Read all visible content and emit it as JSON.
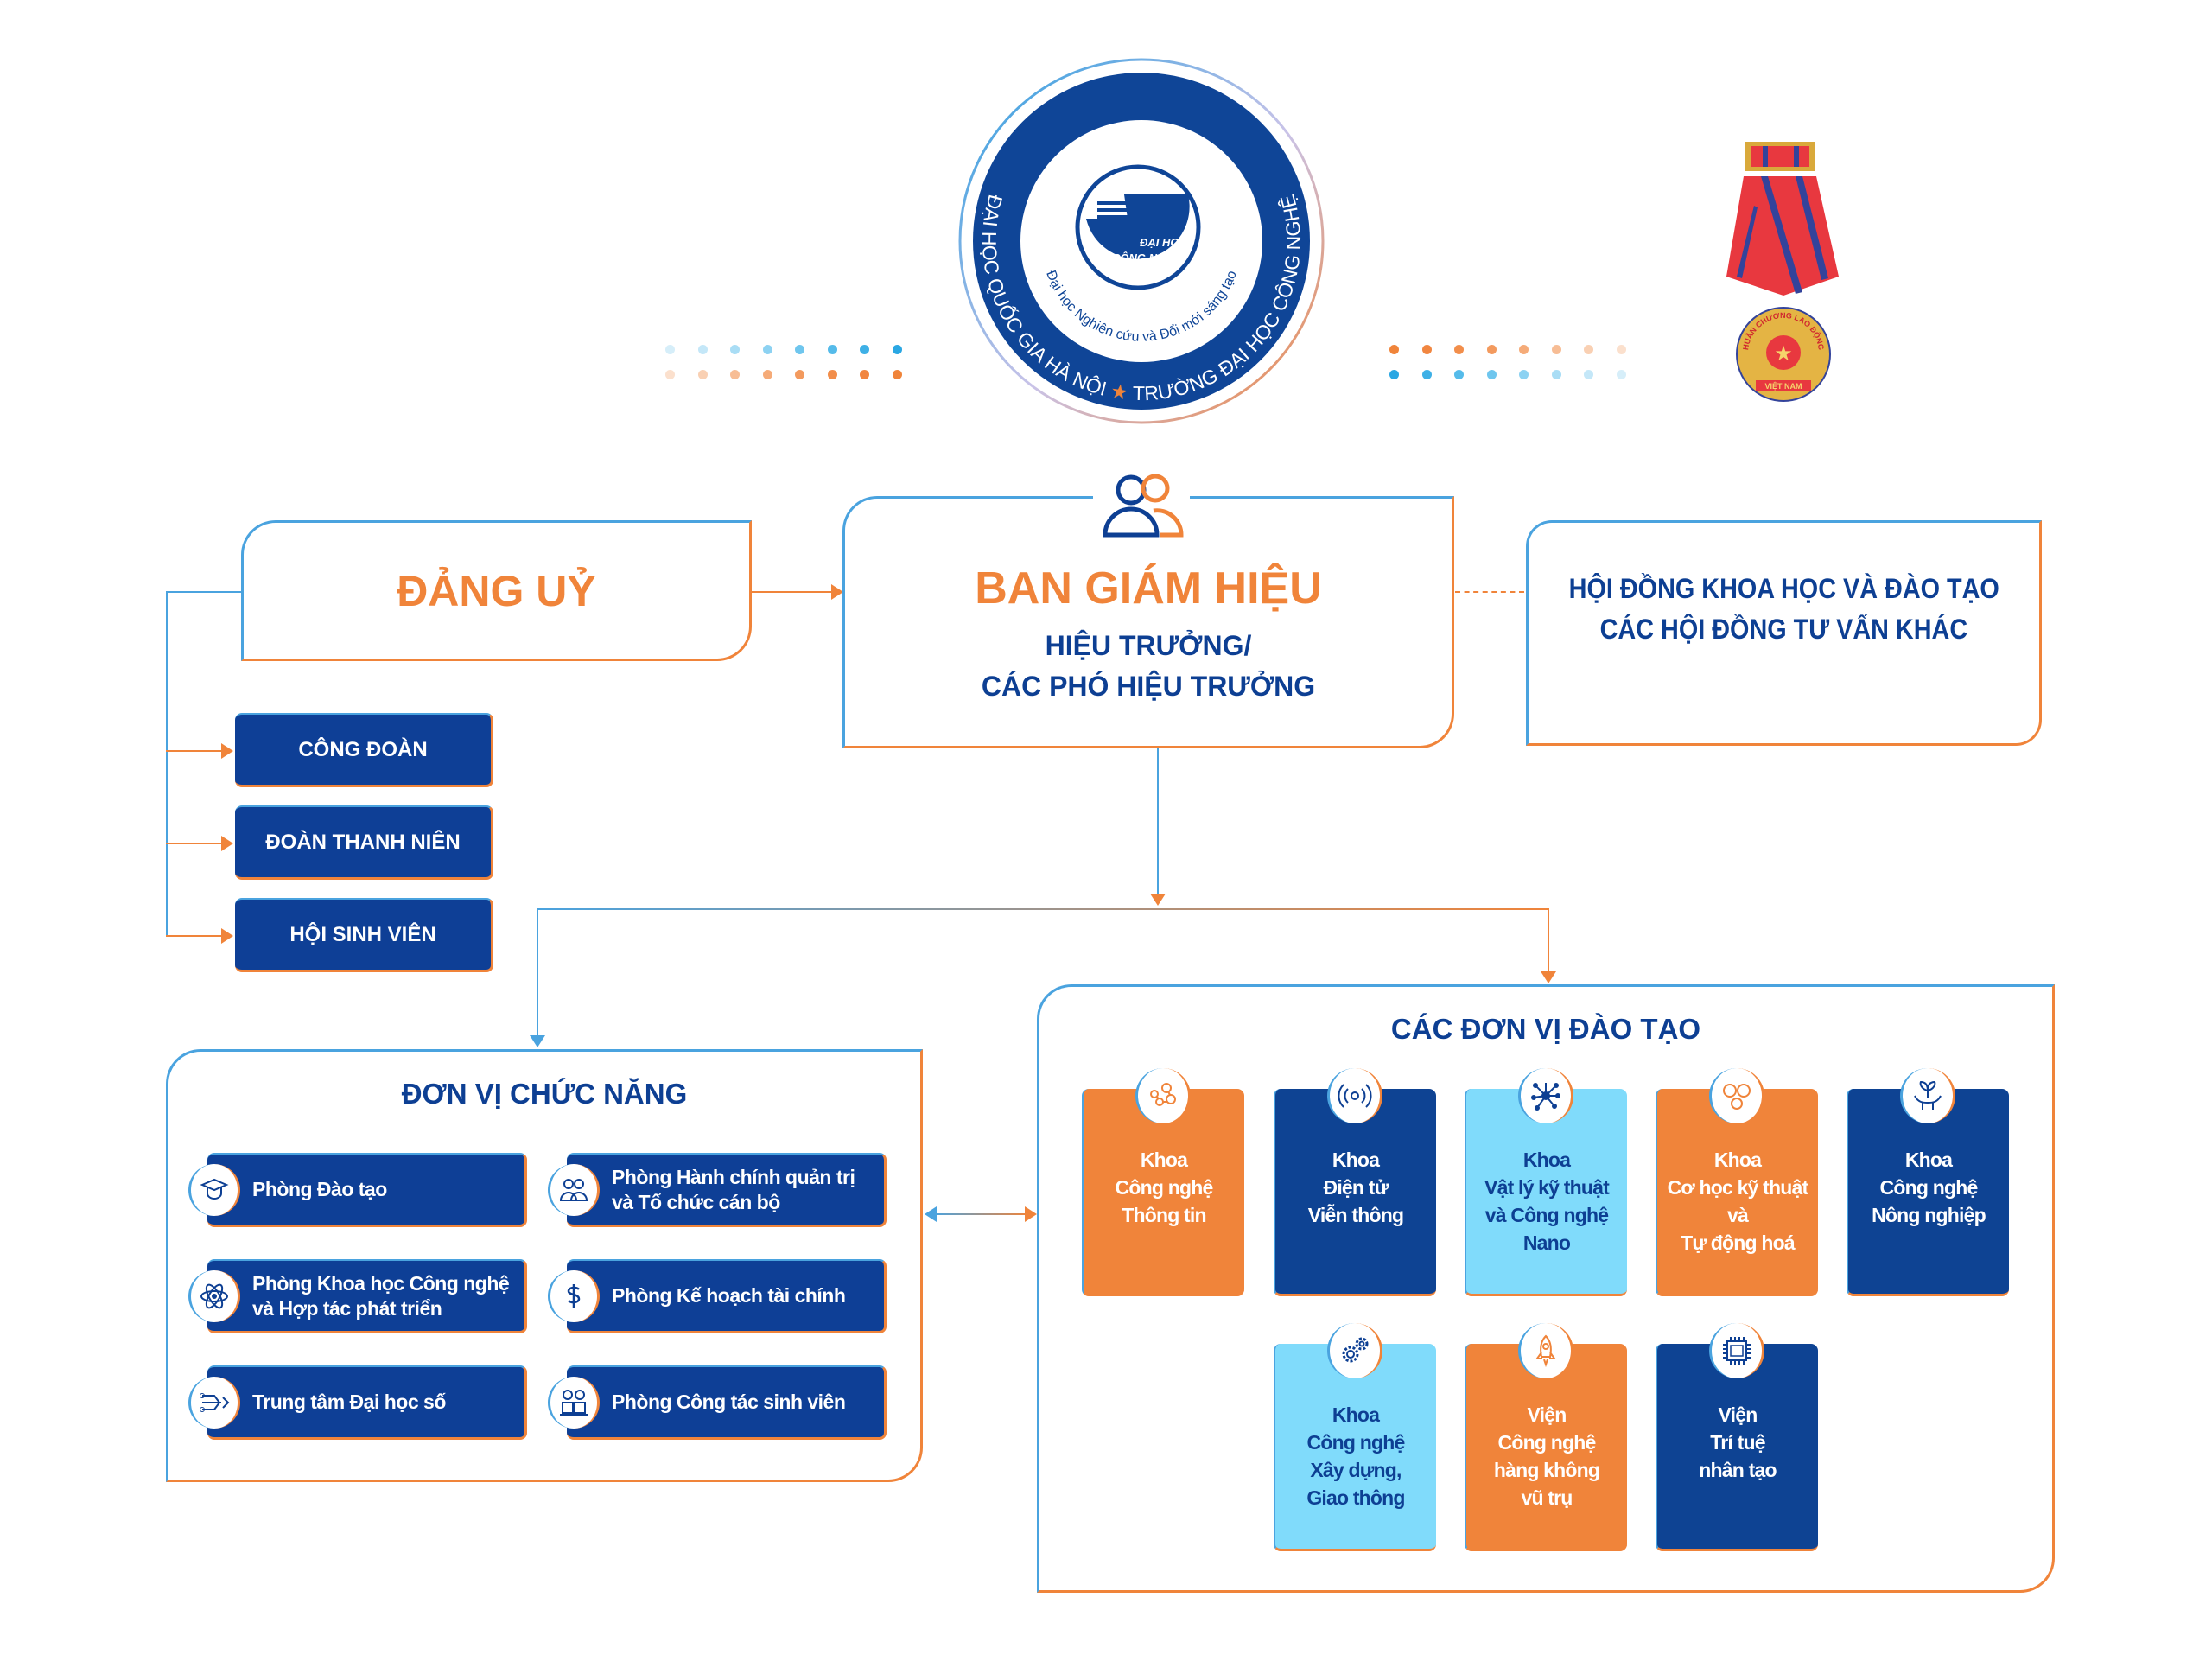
{
  "logo": {
    "outer_text_left": "ĐẠI HỌC QUỐC GIA HÀ NỘI",
    "outer_text_right": "TRƯỜNG ĐẠI HỌC CÔNG NGHỆ",
    "inner_text": "Đại học Nghiên cứu và Đổi mới sáng tạo",
    "emblem_text": "ĐẠI HỌC CÔNG NGHỆ"
  },
  "medal": {
    "text": "HUÂN CHƯƠNG LAO ĐỘNG",
    "ribbon": "VIỆT NAM"
  },
  "colors": {
    "primary_blue": "#0e3f96",
    "orange": "#f0843a",
    "light_blue": "#80dbfb",
    "line_blue": "#4aa3df"
  },
  "dang_uy": {
    "title": "ĐẢNG UỶ"
  },
  "ban_giam_hieu": {
    "title": "BAN GIÁM HIỆU",
    "line1": "HIỆU TRƯỞNG/",
    "line2": "CÁC PHÓ HIỆU TRƯỞNG",
    "icon": "people-icon"
  },
  "hoi_dong": {
    "line1": "HỘI ĐỒNG KHOA HỌC VÀ ĐÀO TẠO",
    "line2": "CÁC HỘI ĐỒNG TƯ VẤN KHÁC"
  },
  "organizations": [
    "CÔNG ĐOÀN",
    "ĐOÀN THANH NIÊN",
    "HỘI SINH VIÊN"
  ],
  "functional_units": {
    "title": "ĐƠN VỊ CHỨC NĂNG",
    "items": [
      {
        "label": "Phòng Đào tạo",
        "icon": "graduation-cap-icon"
      },
      {
        "label": "Phòng Hành chính quản trị và Tổ chức cán bộ",
        "icon": "people-icon"
      },
      {
        "label": "Phòng Khoa học Công nghệ và Hợp tác phát triển",
        "icon": "atom-icon"
      },
      {
        "label": "Phòng Kế hoạch tài chính",
        "icon": "dollar-icon"
      },
      {
        "label": "Trung tâm Đại học số",
        "icon": "circuit-icon"
      },
      {
        "label": "Phòng Công tác sinh viên",
        "icon": "students-icon"
      }
    ]
  },
  "training_units": {
    "title": "CÁC ĐƠN VỊ ĐÀO TẠO",
    "items": [
      {
        "lines": [
          "Khoa",
          "Công nghệ",
          "Thông tin"
        ],
        "color": "orange",
        "icon": "molecule-icon"
      },
      {
        "lines": [
          "Khoa",
          "Điện tử",
          "Viễn thông"
        ],
        "color": "dark-blue",
        "icon": "signal-icon"
      },
      {
        "lines": [
          "Khoa",
          "Vật lý kỹ thuật",
          "và Công nghệ",
          "Nano"
        ],
        "color": "light-blue",
        "icon": "network-icon"
      },
      {
        "lines": [
          "Khoa",
          "Cơ học kỹ thuật",
          "và",
          "Tự động hoá"
        ],
        "color": "orange",
        "icon": "mechanics-icon"
      },
      {
        "lines": [
          "Khoa",
          "Công nghệ",
          "Nông nghiệp"
        ],
        "color": "dark-blue",
        "icon": "plant-hands-icon"
      },
      {
        "lines": [
          "Khoa",
          "Công nghệ",
          "Xây dựng,",
          "Giao thông"
        ],
        "color": "light-blue",
        "icon": "gears-icon"
      },
      {
        "lines": [
          "Viện",
          "Công nghệ",
          "hàng không",
          "vũ trụ"
        ],
        "color": "orange",
        "icon": "rocket-icon"
      },
      {
        "lines": [
          "Viện",
          "Trí tuệ",
          "nhân tạo"
        ],
        "color": "dark-blue",
        "icon": "ai-chip-icon"
      }
    ]
  },
  "connections": [
    {
      "from": "ĐẢNG UỶ",
      "to": "BAN GIÁM HIỆU",
      "style": "arrow"
    },
    {
      "from": "BAN GIÁM HIỆU",
      "to": "HỘI ĐỒNG KHOA HỌC VÀ ĐÀO TẠO",
      "style": "dashed"
    },
    {
      "from": "ĐẢNG UỶ",
      "to": "CÔNG ĐOÀN",
      "style": "arrow"
    },
    {
      "from": "ĐẢNG UỶ",
      "to": "ĐOÀN THANH NIÊN",
      "style": "arrow"
    },
    {
      "from": "ĐẢNG UỶ",
      "to": "HỘI SINH VIÊN",
      "style": "arrow"
    },
    {
      "from": "BAN GIÁM HIỆU",
      "to": "ĐƠN VỊ CHỨC NĂNG",
      "style": "arrow"
    },
    {
      "from": "BAN GIÁM HIỆU",
      "to": "CÁC ĐƠN VỊ ĐÀO TẠO",
      "style": "arrow"
    },
    {
      "from": "ĐƠN VỊ CHỨC NĂNG",
      "to": "CÁC ĐƠN VỊ ĐÀO TẠO",
      "style": "double-arrow"
    }
  ]
}
